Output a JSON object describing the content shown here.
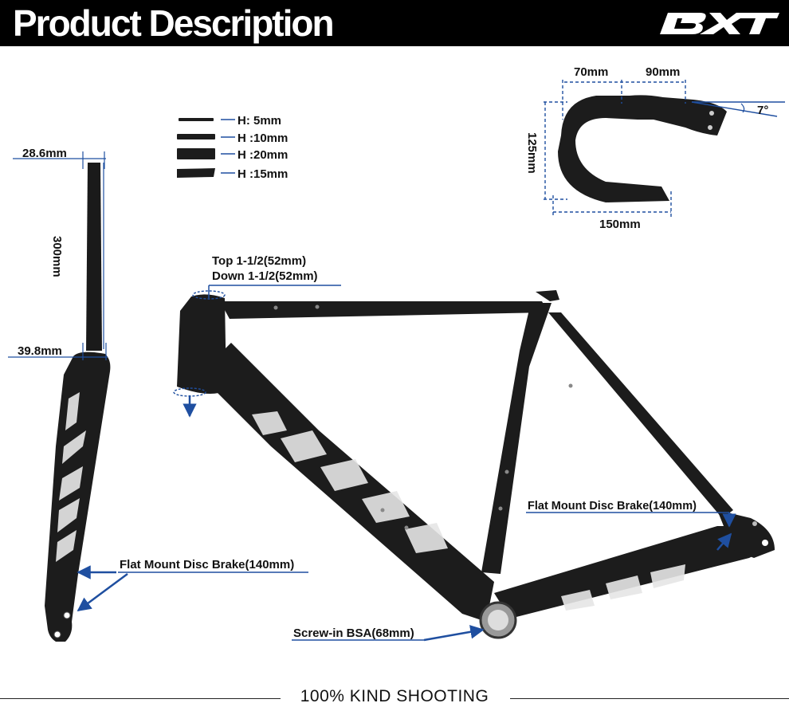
{
  "header": {
    "title": "Product Description"
  },
  "brand": {
    "name": "BXT"
  },
  "spacers": [
    {
      "label": "H: 5mm"
    },
    {
      "label": "H :10mm"
    },
    {
      "label": "H :20mm"
    },
    {
      "label": "H :15mm"
    }
  ],
  "fork": {
    "top_diameter": "28.6mm",
    "steerer_length": "300mm",
    "bottom_diameter": "39.8mm",
    "brake": "Flat Mount Disc Brake(140mm)"
  },
  "handlebar": {
    "reach_a": "70mm",
    "reach_b": "90mm",
    "angle": "7°",
    "drop": "125mm",
    "width": "150mm"
  },
  "frame": {
    "headtube_top": "Top 1-1/2(52mm)",
    "headtube_down": "Down 1-1/2(52mm)",
    "rear_brake": "Flat Mount Disc Brake(140mm)",
    "bottom_bracket": "Screw-in BSA(68mm)"
  },
  "footer": {
    "text": "100% KIND SHOOTING"
  },
  "colors": {
    "accent": "#1f4fa0",
    "header_bg": "#000000",
    "carbon": "#1c1c1c"
  }
}
